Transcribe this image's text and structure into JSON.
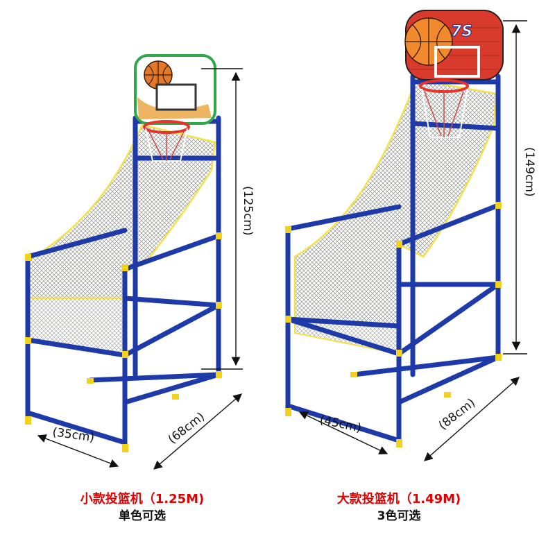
{
  "products": [
    {
      "id": "small",
      "dimensions": {
        "height": "(125cm)",
        "width": "(35cm)",
        "depth": "(68cm)"
      },
      "caption": {
        "title": "小款投篮机（1.25M)",
        "subtitle": "单色可选"
      }
    },
    {
      "id": "large",
      "dimensions": {
        "height": "(149cm)",
        "width": "(45cm)",
        "depth": "(88cm)"
      },
      "caption": {
        "title": "大款投篮机（1.49M)",
        "subtitle": "3色可选"
      }
    }
  ],
  "backboard_logo_text": "7S",
  "colors": {
    "frame": "#1d3aa8",
    "joint": "#f2d21a",
    "net_edge": "#f5e24a",
    "net": "#8a8f86",
    "rim": "#e8332a",
    "title_red": "#e00000",
    "text": "#111111",
    "small_board_border": "#2fa84a",
    "large_board": "#d83a2b"
  }
}
